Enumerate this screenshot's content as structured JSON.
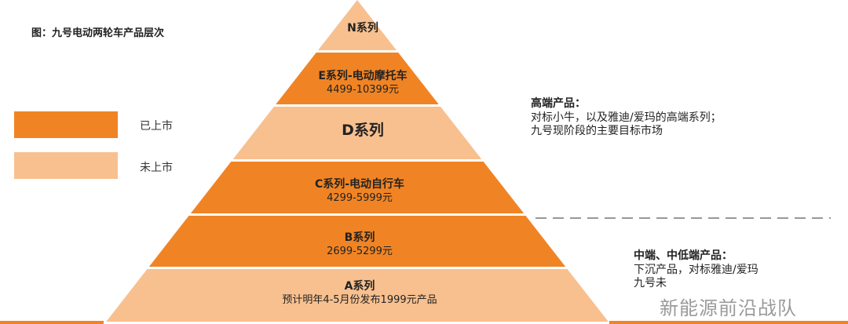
{
  "title": "图：九号电动两轮车产品层次",
  "legend": [
    {
      "label": "已上市",
      "color": "#f08424"
    },
    {
      "label": "未上市",
      "color": "#f8c08f"
    }
  ],
  "bands": [
    {
      "name": "N系列",
      "sub": "",
      "status": "未上市"
    },
    {
      "name": "E系列-电动摩托车",
      "sub": "4499-10399元",
      "status": "已上市"
    },
    {
      "name": "D系列",
      "sub": "",
      "status": "未上市"
    },
    {
      "name": "C系列-电动自行车",
      "sub": "4299-5999元",
      "status": "已上市"
    },
    {
      "name": "B系列",
      "sub": "2699-5299元",
      "status": "已上市"
    },
    {
      "name": "A系列",
      "sub": "预计明年4-5月份发布1999元产品",
      "status": "未上市"
    }
  ],
  "notes": {
    "high": {
      "heading": "高端产品：",
      "line1": "对标小牛，以及雅迪/爱玛的高端系列；",
      "line2": "九号现阶段的主要目标市场"
    },
    "mid": {
      "heading": "中端、中低端产品：",
      "line1": "下沉产品，对标雅迪/爱玛",
      "line2": "九号未"
    }
  },
  "watermark": "新能源前沿战队"
}
